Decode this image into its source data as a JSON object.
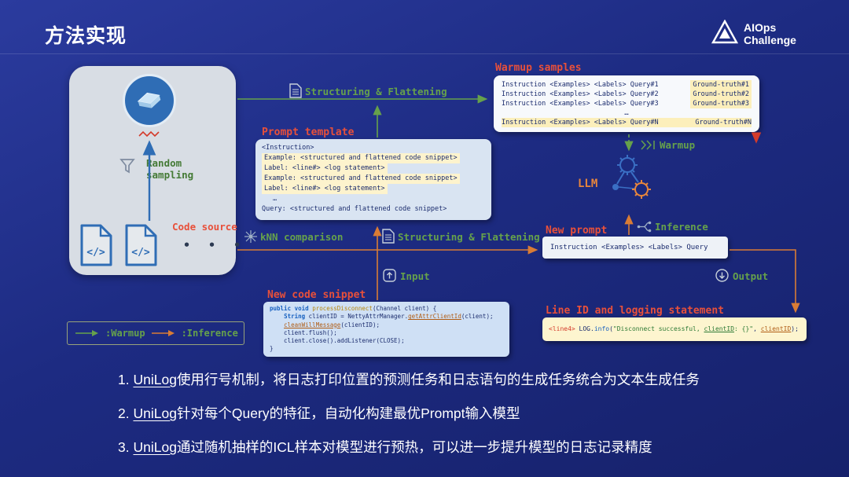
{
  "colors": {
    "background_blue": "#1d2b82",
    "accent_green": "#66a14b",
    "accent_red": "#e8503a",
    "arrow_orange": "#d97c35",
    "llm_orange": "#e8863c",
    "box_text_navy": "#1c2d6e",
    "highlight_yellow": "#fdf3cd",
    "panel_gray": "#d8dde4",
    "node_blue": "#2f6db5"
  },
  "header": {
    "title": "方法实现",
    "logo_line1": "AIOps",
    "logo_line2": "Challenge"
  },
  "left_panel": {
    "random_sampling_line1": "Random",
    "random_sampling_line2": "sampling",
    "code_source_label": "Code source",
    "code_file_glyph": "</>",
    "ellipsis_dots": "• • •"
  },
  "flow": {
    "structuring_flattening_top": "Structuring & Flattening",
    "structuring_flattening_mid": "Structuring & Flattening",
    "knn_comparison": "kNN comparison",
    "input_label": "Input",
    "output_label": "Output",
    "warmup_label": "Warmup",
    "inference_label": "Inference",
    "llm_label": "LLM"
  },
  "warmup_samples": {
    "title": "Warmup samples",
    "rows": [
      {
        "prompt": "Instruction <Examples> <Labels> Query#1",
        "truth": "Ground-truth#1"
      },
      {
        "prompt": "Instruction <Examples> <Labels> Query#2",
        "truth": "Ground-truth#2"
      },
      {
        "prompt": "Instruction <Examples> <Labels> Query#3",
        "truth": "Ground-truth#3"
      },
      {
        "prompt": "Instruction <Examples> <Labels> Query#N",
        "truth": "Ground-truth#N"
      }
    ],
    "ellipsis": "…"
  },
  "prompt_template": {
    "title": "Prompt template",
    "lines": [
      "<Instruction>",
      "Example: <structured and flattened code snippet>",
      "Label: <line#> <log statement>",
      "Example: <structured and flattened code snippet>",
      "Label: <line#> <log statement>",
      "…",
      "Query: <structured and flattened code snippet>"
    ]
  },
  "new_prompt": {
    "title": "New prompt",
    "text": "Instruction <Examples> <Labels> Query"
  },
  "new_code_snippet": {
    "title": "New code snippet",
    "lines": [
      [
        {
          "t": "public void ",
          "c": "kw"
        },
        {
          "t": "processDisconnect",
          "c": "fn"
        },
        {
          "t": "(Channel client) {",
          "c": "plain"
        }
      ],
      [
        {
          "t": "    ",
          "c": "plain"
        },
        {
          "t": "String",
          "c": "kw"
        },
        {
          "t": " clientID = NettyAttrManager.",
          "c": "plain"
        },
        {
          "t": "getAttrClientId",
          "c": "link"
        },
        {
          "t": "(client);",
          "c": "plain"
        }
      ],
      [
        {
          "t": "    ",
          "c": "plain"
        },
        {
          "t": "cleanWillMessage",
          "c": "link"
        },
        {
          "t": "(clientID);",
          "c": "plain"
        }
      ],
      [
        {
          "t": "    client.flush();",
          "c": "plain"
        }
      ],
      [
        {
          "t": "    client.close().addListener(CLOSE);",
          "c": "plain"
        }
      ],
      [
        {
          "t": "}",
          "c": "plain"
        }
      ]
    ]
  },
  "line_id_statement": {
    "title": "Line ID and logging statement",
    "lines": [
      [
        {
          "t": "<line4>",
          "c": "red"
        },
        {
          "t": " LOG.",
          "c": "plain"
        },
        {
          "t": "info",
          "c": "blue"
        },
        {
          "t": "(",
          "c": "plain"
        },
        {
          "t": "\"Disconnect successful, ",
          "c": "str"
        },
        {
          "t": "clientID",
          "c": "strlink"
        },
        {
          "t": ": {}\"",
          "c": "str"
        },
        {
          "t": ", ",
          "c": "plain"
        },
        {
          "t": "clientID",
          "c": "link"
        },
        {
          "t": ");",
          "c": "plain"
        }
      ]
    ]
  },
  "legend": {
    "warmup": ":Warmup",
    "inference": ":Inference"
  },
  "notes": [
    {
      "num": "1. ",
      "brand": "UniLog",
      "text": "使用行号机制，将日志打印位置的预测任务和日志语句的生成任务统合为文本生成任务"
    },
    {
      "num": "2. ",
      "brand": "UniLog",
      "text": "针对每个Query的特征，自动化构建最优Prompt输入模型"
    },
    {
      "num": "3. ",
      "brand": "UniLog",
      "text": "通过随机抽样的ICL样本对模型进行预热，可以进一步提升模型的日志记录精度"
    }
  ]
}
